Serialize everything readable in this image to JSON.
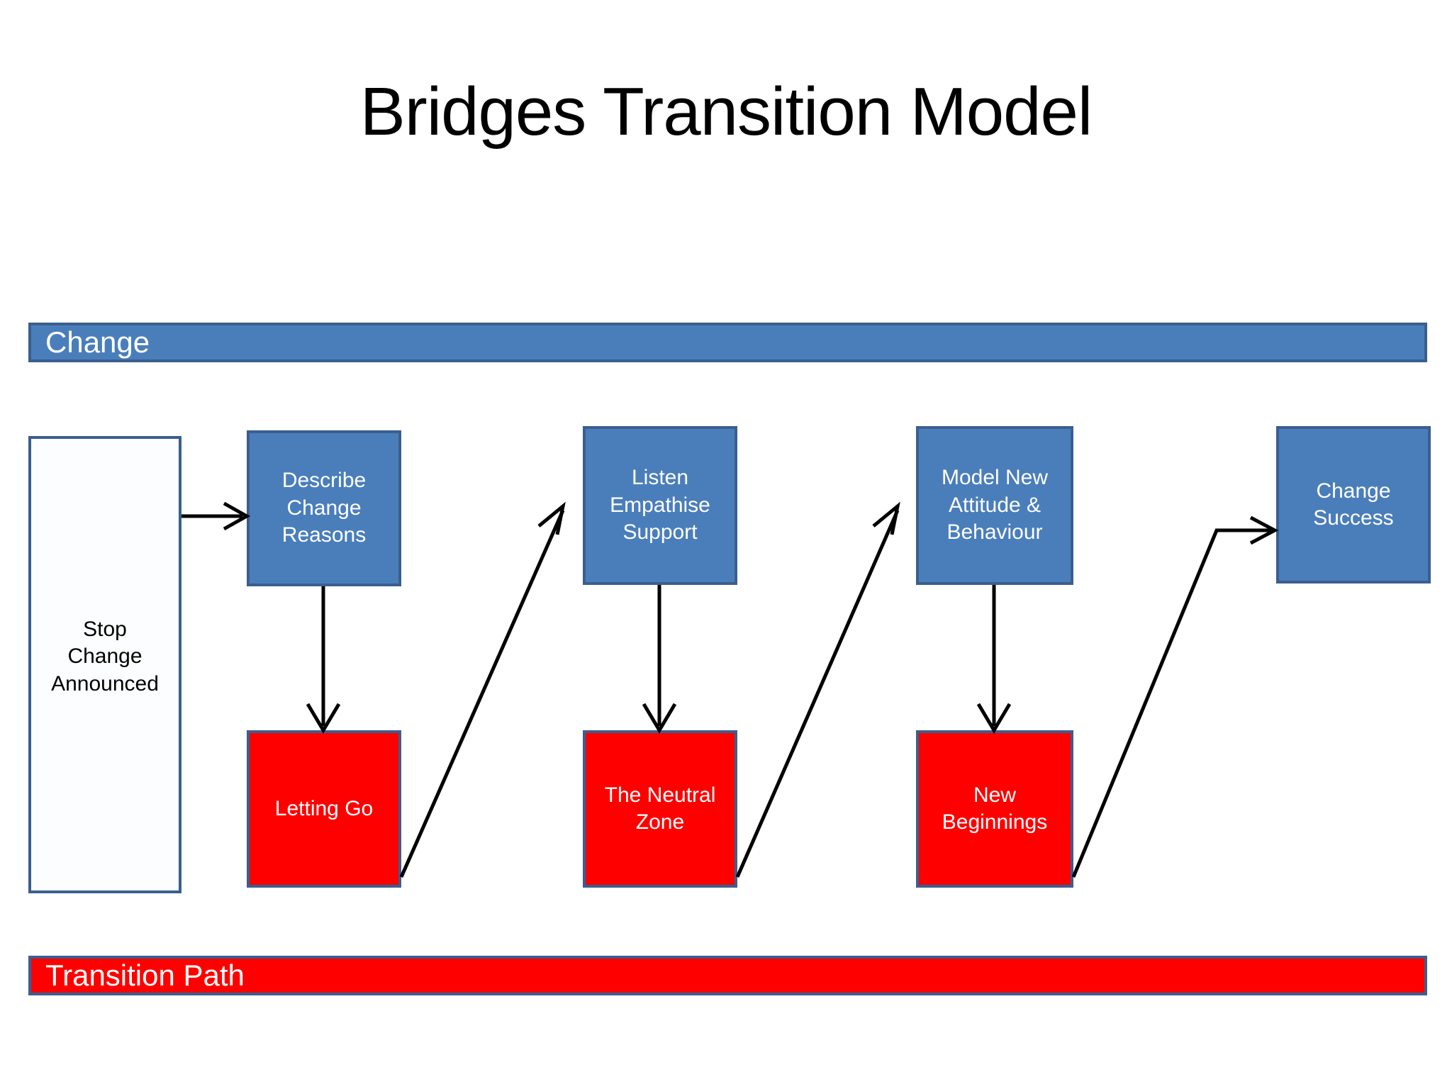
{
  "title": "Bridges Transition Model",
  "colors": {
    "blue_fill": "#4A7EBB",
    "blue_border": "#3A5F8F",
    "red_fill": "#FF0000",
    "white_fill": "#FCFDFE",
    "text_light": "#FFFFFF",
    "text_dark": "#000000",
    "arrow": "#000000",
    "background": "#FFFFFF"
  },
  "banners": {
    "change": "Change",
    "transition_path": "Transition Path"
  },
  "nodes": {
    "stop_change_announced": "Stop\nChange\nAnnounced",
    "describe_change_reasons": "Describe\nChange\nReasons",
    "letting_go": "Letting Go",
    "listen_empathise_support": "Listen\nEmpathise\nSupport",
    "the_neutral_zone": "The Neutral\nZone",
    "model_new_attitude_behaviour": "Model New\nAttitude &\nBehaviour",
    "new_beginnings": "New\nBeginnings",
    "change_success": "Change\nSuccess"
  },
  "chart_data": {
    "type": "diagram",
    "title": "Bridges Transition Model",
    "lanes": [
      {
        "id": "change",
        "label": "Change",
        "row": "top",
        "color": "#4A7EBB"
      },
      {
        "id": "transition_path",
        "label": "Transition Path",
        "row": "bottom",
        "color": "#FF0000"
      }
    ],
    "boxes": [
      {
        "id": "stop_change_announced",
        "label": "Stop Change Announced",
        "style": "white",
        "column": 0,
        "row": "full"
      },
      {
        "id": "describe_change_reasons",
        "label": "Describe Change Reasons",
        "style": "blue",
        "column": 1,
        "row": "top"
      },
      {
        "id": "letting_go",
        "label": "Letting Go",
        "style": "red",
        "column": 1,
        "row": "bottom"
      },
      {
        "id": "listen_empathise_support",
        "label": "Listen Empathise Support",
        "style": "blue",
        "column": 2,
        "row": "top"
      },
      {
        "id": "the_neutral_zone",
        "label": "The Neutral Zone",
        "style": "red",
        "column": 2,
        "row": "bottom"
      },
      {
        "id": "model_new_attitude_behaviour",
        "label": "Model New Attitude & Behaviour",
        "style": "blue",
        "column": 3,
        "row": "top"
      },
      {
        "id": "new_beginnings",
        "label": "New Beginnings",
        "style": "red",
        "column": 3,
        "row": "bottom"
      },
      {
        "id": "change_success",
        "label": "Change Success",
        "style": "blue",
        "column": 4,
        "row": "top"
      }
    ],
    "edges": [
      {
        "from": "stop_change_announced",
        "to": "describe_change_reasons",
        "kind": "horizontal"
      },
      {
        "from": "describe_change_reasons",
        "to": "letting_go",
        "kind": "vertical"
      },
      {
        "from": "letting_go",
        "to": "listen_empathise_support",
        "kind": "diagonal-up"
      },
      {
        "from": "listen_empathise_support",
        "to": "the_neutral_zone",
        "kind": "vertical"
      },
      {
        "from": "the_neutral_zone",
        "to": "model_new_attitude_behaviour",
        "kind": "diagonal-up"
      },
      {
        "from": "model_new_attitude_behaviour",
        "to": "new_beginnings",
        "kind": "vertical"
      },
      {
        "from": "new_beginnings",
        "to": "change_success",
        "kind": "diagonal-up-elbow"
      }
    ]
  }
}
